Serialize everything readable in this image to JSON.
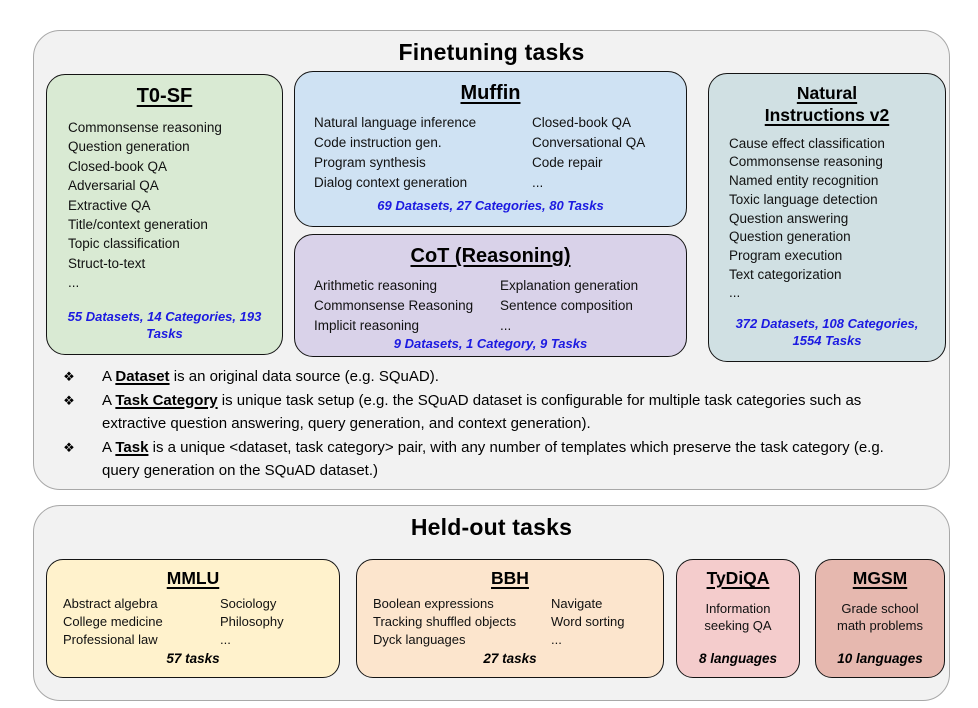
{
  "colors": {
    "stats_blue": "#1c1ae1",
    "container_fill": "#f2f2f2",
    "container_border": "#a8a8a8",
    "t0sf_fill": "#d9ead3",
    "muffin_fill": "#cfe2f3",
    "cot_fill": "#d9d2e9",
    "niv2_fill": "#d0e0e3",
    "mmlu_fill": "#fff2cc",
    "bbh_fill": "#fce5cd",
    "tydiqa_fill": "#f4cccc",
    "mgsm_fill": "#e6b8af"
  },
  "finetuning": {
    "title": "Finetuning tasks",
    "bullet_char": "❖",
    "boxes": [
      {
        "title": "T0-SF",
        "items": [
          "Commonsense reasoning",
          "Question generation",
          "Closed-book QA",
          "Adversarial QA",
          "Extractive QA",
          "Title/context generation",
          "Topic classification",
          "Struct-to-text",
          "..."
        ],
        "stats": "55 Datasets, 14 Categories, 193 Tasks"
      },
      {
        "title": "Muffin",
        "col1": [
          "Natural language inference",
          "Code instruction gen.",
          "Program synthesis",
          "Dialog context generation"
        ],
        "col2": [
          "Closed-book QA",
          "Conversational QA",
          "Code repair",
          "..."
        ],
        "stats": "69 Datasets, 27 Categories, 80 Tasks"
      },
      {
        "title": "CoT (Reasoning)",
        "col1": [
          "Arithmetic reasoning",
          "Commonsense Reasoning",
          "Implicit reasoning"
        ],
        "col2": [
          "Explanation generation",
          "Sentence composition",
          "..."
        ],
        "stats": "9 Datasets, 1 Category, 9 Tasks"
      },
      {
        "title": "Natural Instructions v2",
        "items": [
          "Cause effect classification",
          "Commonsense reasoning",
          "Named entity recognition",
          "Toxic language detection",
          "Question answering",
          "Question generation",
          "Program execution",
          "Text categorization",
          "..."
        ],
        "stats": "372 Datasets, 108 Categories, 1554 Tasks"
      }
    ],
    "bullets": [
      {
        "pre": "A ",
        "term": "Dataset",
        "rest": " is an original data source (e.g. SQuAD)."
      },
      {
        "pre": "A ",
        "term": "Task Category",
        "rest": " is unique task setup (e.g. the SQuAD dataset is configurable for multiple task categories such as extractive question answering, query generation, and context generation)."
      },
      {
        "pre": "A ",
        "term": "Task",
        "rest": " is a unique <dataset, task category> pair, with any number of templates which preserve the task category (e.g. query generation on the SQuAD dataset.)"
      }
    ]
  },
  "heldout": {
    "title": "Held-out tasks",
    "boxes": [
      {
        "title": "MMLU",
        "col1": [
          "Abstract algebra",
          "College medicine",
          "Professional law"
        ],
        "col2": [
          "Sociology",
          "Philosophy",
          "..."
        ],
        "stats": "57 tasks"
      },
      {
        "title": "BBH",
        "col1": [
          "Boolean expressions",
          "Tracking shuffled objects",
          "Dyck languages"
        ],
        "col2": [
          "Navigate",
          "Word sorting",
          "..."
        ],
        "stats": "27 tasks"
      },
      {
        "title": "TyDiQA",
        "desc": "Information seeking QA",
        "stats": "8 languages"
      },
      {
        "title": "MGSM",
        "desc": "Grade school math problems",
        "stats": "10 languages"
      }
    ]
  }
}
